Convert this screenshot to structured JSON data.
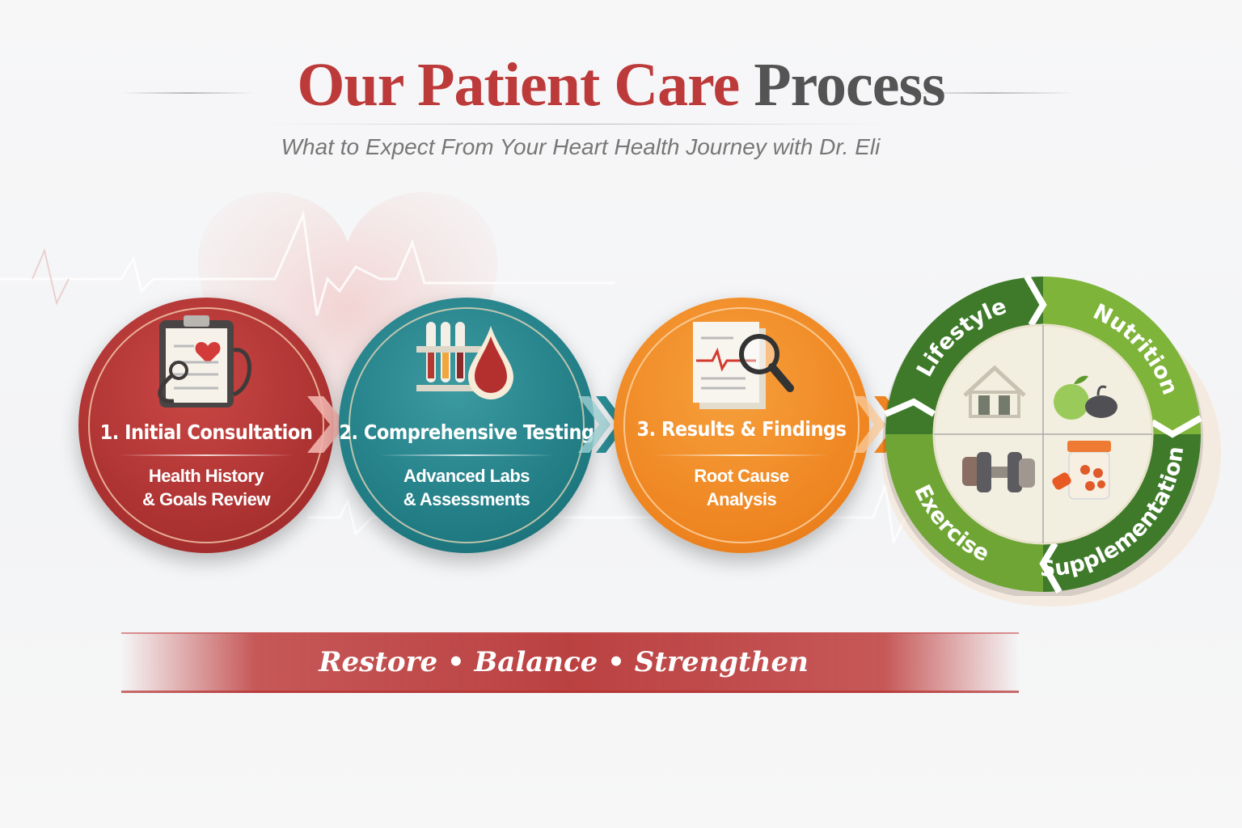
{
  "header": {
    "title_part1": "Our Patient Care",
    "title_part2": "Process",
    "subtitle": "What to Expect From Your Heart Health Journey with Dr. Eli"
  },
  "steps": [
    {
      "title": "1. Initial Consultation",
      "sub1": "Health History",
      "sub2": "& Goals Review",
      "icon": "clipboard-stethoscope-icon",
      "color": "#b53837"
    },
    {
      "title": "2. Comprehensive Testing",
      "sub1": "Advanced Labs",
      "sub2": "& Assessments",
      "icon": "test-tubes-blood-drop-icon",
      "color": "#237f87"
    },
    {
      "title": "3. Results & Findings",
      "sub1": "Root Cause",
      "sub2": "Analysis",
      "icon": "report-magnifier-icon",
      "color": "#ee8420"
    }
  ],
  "wheel": {
    "segments": [
      {
        "label": "Lifestyle",
        "icon": "house-icon"
      },
      {
        "label": "Nutrition",
        "icon": "apple-icon"
      },
      {
        "label": "Supplementation",
        "icon": "supplement-jar-icon"
      },
      {
        "label": "Exercise",
        "icon": "dumbbell-icon"
      }
    ],
    "colors": {
      "dark": "#3f7a2a",
      "light": "#7fb43a",
      "center": "#f3efe0"
    }
  },
  "banner": {
    "text": "Restore • Balance • Strengthen"
  }
}
